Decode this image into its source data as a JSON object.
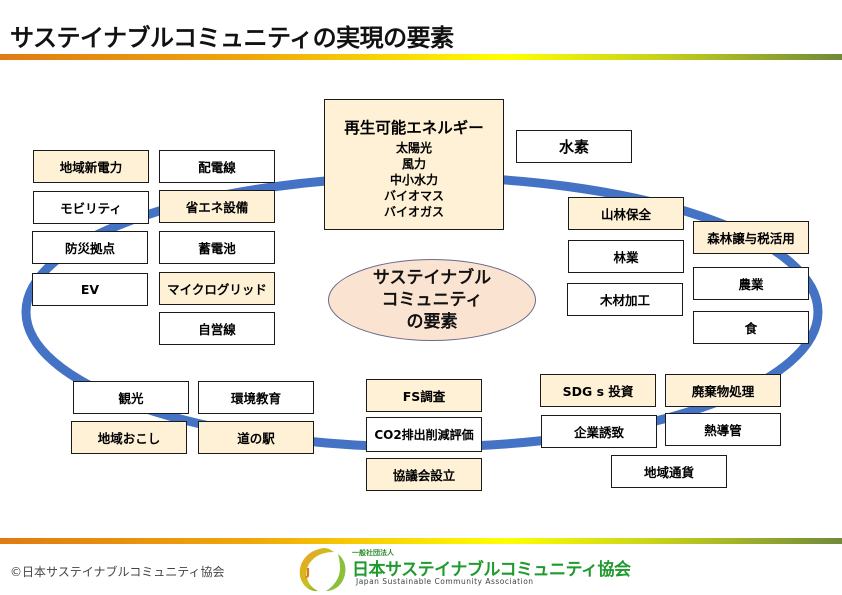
{
  "header": {
    "title": "サステイナブルコミュニティの実現の要素"
  },
  "colors": {
    "ring": "#4472C4",
    "cream_box": "#FFF1D6",
    "center_ellipse": "#FBE3D2"
  },
  "center": {
    "line1": "サステイナブル",
    "line2": "コミュニティ",
    "line3": "の要素"
  },
  "renewable": {
    "title": "再生可能エネルギー",
    "items": [
      "太陽光",
      "風力",
      "中小水力",
      "バイオマス",
      "バイオガス"
    ]
  },
  "boxes": {
    "local_power": "地域新電力",
    "distribution_line": "配電線",
    "mobility": "モビリティ",
    "energy_saving": "省エネ設備",
    "disaster_base": "防災拠点",
    "battery": "蓄電池",
    "ev": "EV",
    "microgrid": "マイクログリッド",
    "private_line": "自営線",
    "hydrogen": "水素",
    "forest_conservation": "山林保全",
    "forest_tax": "森林譲与税活用",
    "forestry": "林業",
    "agriculture": "農業",
    "wood_processing": "木材加工",
    "food": "食",
    "tourism": "観光",
    "env_education": "環境教育",
    "regional_revitalization": "地域おこし",
    "roadside_station": "道の駅",
    "fs_study": "FS調査",
    "co2_eval": "CO2排出削減評価",
    "council": "協議会設立",
    "sdgs_investment": "SDG s 投資",
    "waste_treatment": "廃棄物処理",
    "business_attraction": "企業誘致",
    "heat_pipe": "熱導管",
    "local_currency": "地域通貨"
  },
  "footer": {
    "copyright": "©日本サステイナブルコミュニティ協会",
    "logo_small": "一般社団法人",
    "logo_name": "日本サステイナブルコミュニティ協会",
    "logo_en": "Japan Sustainable Community Association",
    "logo_mark": "JSCA"
  }
}
